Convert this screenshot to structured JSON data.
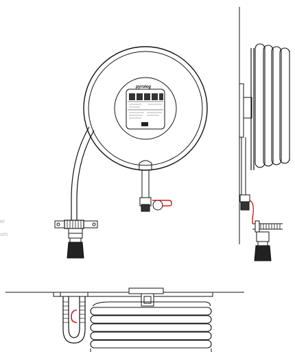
{
  "drawing": {
    "brand_badge": "pyrolog",
    "cut_text": [
      "er",
      "um"
    ]
  },
  "colors": {
    "line": "#111111",
    "accent": "#d21a1a",
    "background": "#ffffff",
    "muted_text": "#b8b8b8"
  }
}
